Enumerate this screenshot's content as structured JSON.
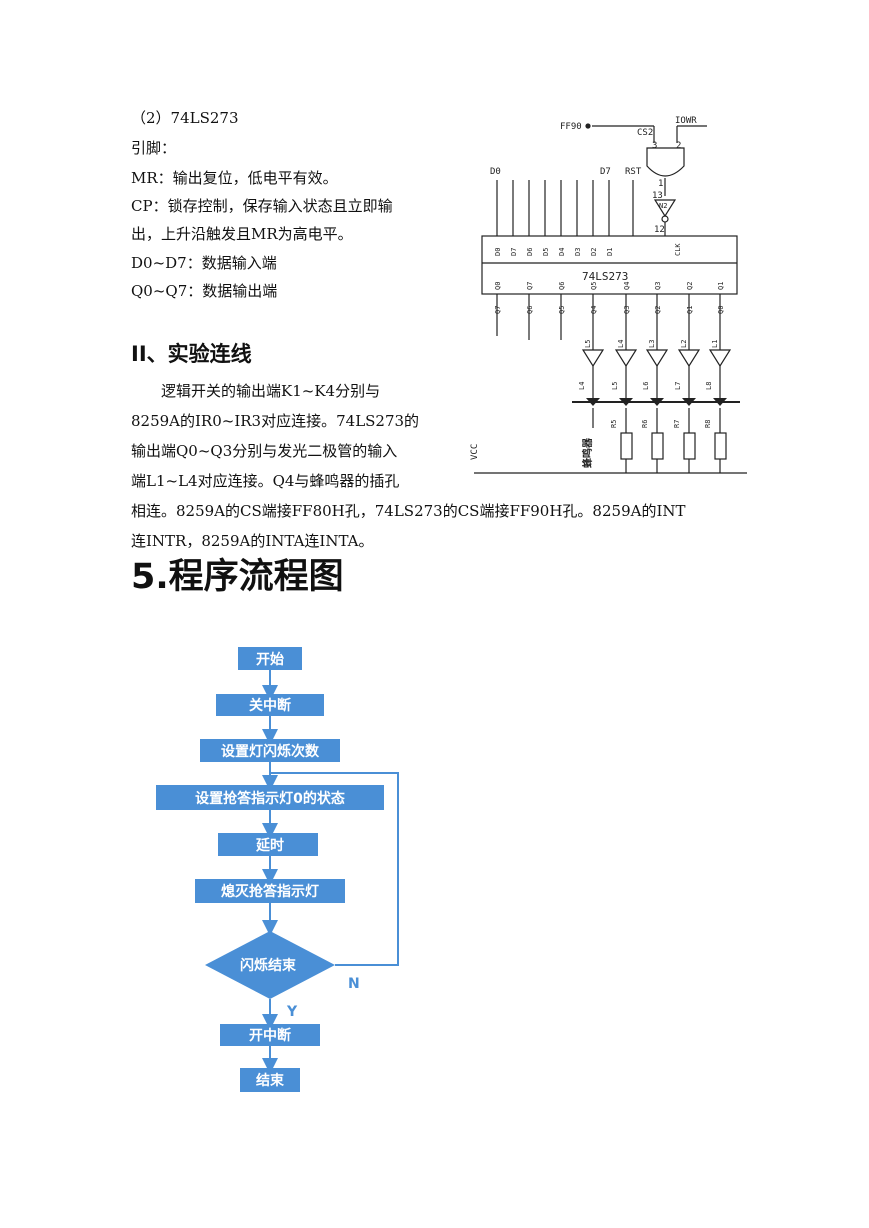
{
  "section4": {
    "title": "（2）74LS273",
    "pins_heading": "引脚：",
    "pin_lines": [
      "MR：输出复位，低电平有效。",
      "CP：锁存控制，保存输入状态且立即输",
      "出，上升沿触发且MR为高电平。",
      "D0~D7：数据输入端",
      "Q0~Q7：数据输出端"
    ]
  },
  "wiring": {
    "heading": "II、实验连线",
    "lines": [
      "　　逻辑开关的输出端K1~K4分别与",
      "8259A的IR0~IR3对应连接。74LS273的",
      "输出端Q0~Q3分别与发光二极管的输入",
      "端L1~L4对应连接。Q4与蜂鸣器的插孔",
      "相连。8259A的CS端接FF80H孔，74LS273的CS端接FF90H孔。8259A的INT",
      "连INTR，8259A的INTA连INTA。"
    ]
  },
  "flow_heading": "5.程序流程图",
  "circuit": {
    "chip": "74LS273",
    "ff90": "FF90",
    "iowr": "IOWR",
    "cs2": "CS2",
    "pin3": "3",
    "pin2": "2",
    "pin1": "1",
    "pin13": "13",
    "pin12": "12",
    "d0": "D0",
    "d7": "D7",
    "rst": "RST",
    "clk": "CLK",
    "vcc": "VCC",
    "buzzer": "蜂鸣器",
    "gate2": "N2",
    "d_pins": [
      "D0",
      "D7",
      "D6",
      "D5",
      "D4",
      "D3",
      "D2",
      "D1"
    ],
    "q_pins": [
      "Q0",
      "Q7",
      "Q6",
      "Q5",
      "Q4",
      "Q3",
      "Q2",
      "Q1"
    ],
    "q_out": [
      "Q7",
      "Q6",
      "Q5",
      "Q4",
      "Q3",
      "Q2",
      "Q1",
      "Q0"
    ],
    "l_in": [
      "L5",
      "L4",
      "L3",
      "L2",
      "L1"
    ],
    "led": [
      "L4",
      "L5",
      "L6",
      "L7",
      "L8"
    ],
    "res": [
      "R5",
      "R6",
      "R7",
      "R8"
    ]
  },
  "flowchart": {
    "steps": [
      "开始",
      "关中断",
      "设置灯闪烁次数",
      "设置抢答指示灯0的状态",
      "延时",
      "熄灭抢答指示灯",
      "闪烁结束",
      "开中断",
      "结束"
    ],
    "no_label": "N",
    "yes_label": "Y"
  },
  "colors": {
    "box": "#4a8fd6",
    "text": "#ffffff",
    "arrow": "#4a8fd6"
  }
}
